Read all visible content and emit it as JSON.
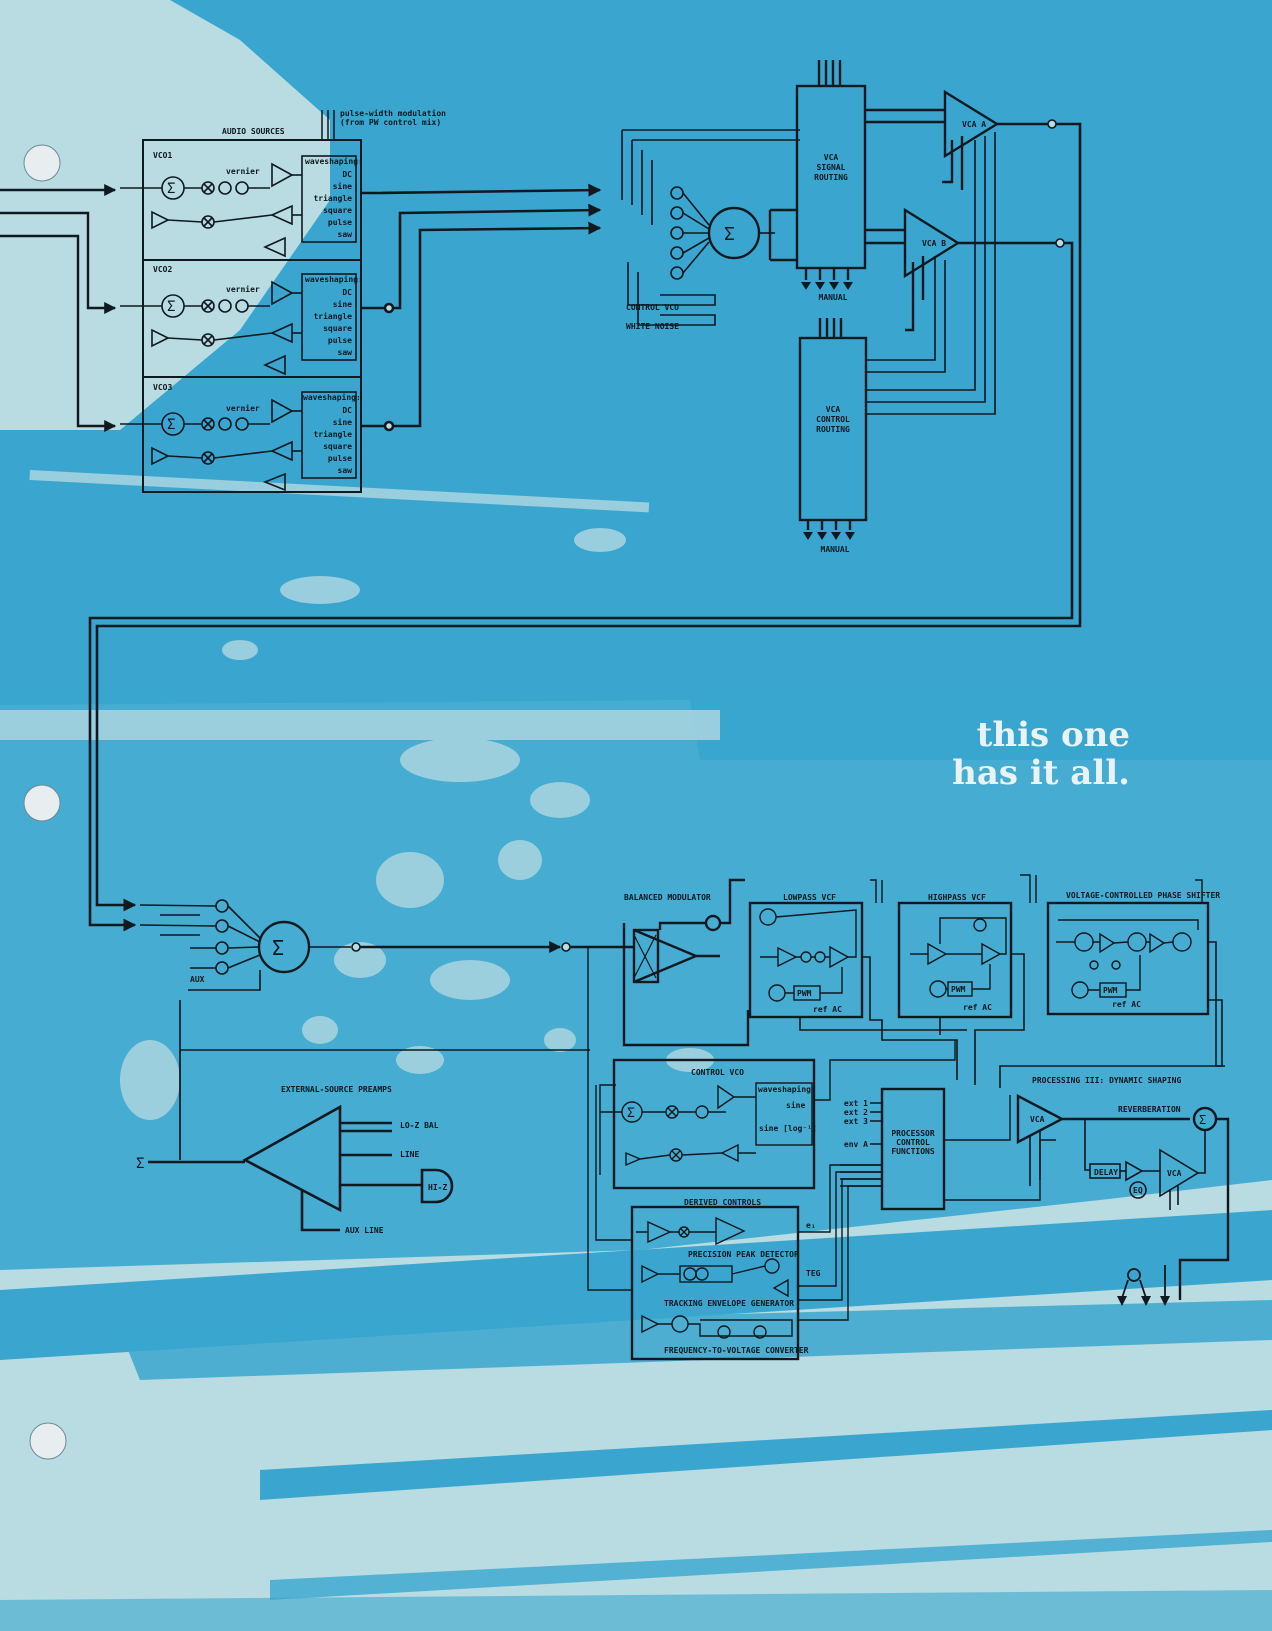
{
  "colors": {
    "background": "#b9dbe2",
    "blue": "#3aa6cf",
    "ink": "#101820",
    "tagline": "#e9f2f4",
    "hole": "#e8eef0"
  },
  "tagline": {
    "line1": "this one",
    "line2": "has it all."
  },
  "audio_sources": {
    "title": "AUDIO SOURCES",
    "pwm_note_1": "pulse-width modulation",
    "pwm_note_2": "(from PW control mix)",
    "vcos": [
      {
        "name": "VCO1",
        "vernier": "vernier",
        "waveshaping": "waveshaping:",
        "waves": [
          "DC",
          "sine",
          "triangle",
          "square",
          "pulse",
          "saw"
        ]
      },
      {
        "name": "VCO2",
        "vernier": "vernier",
        "waveshaping": "waveshaping:",
        "waves": [
          "DC",
          "sine",
          "triangle",
          "square",
          "pulse",
          "saw"
        ]
      },
      {
        "name": "VCO3",
        "vernier": "vernier",
        "waveshaping": "waveshaping:",
        "waves": [
          "DC",
          "sine",
          "triangle",
          "square",
          "pulse",
          "saw"
        ]
      }
    ]
  },
  "mixer_top": {
    "control_vco": "CONTROL VCO",
    "white_noise": "WHITE NOISE"
  },
  "vca_signal_routing": {
    "line1": "VCA",
    "line2": "SIGNAL",
    "line3": "ROUTING",
    "manual": "MANUAL"
  },
  "vca_control_routing": {
    "line1": "VCA",
    "line2": "CONTROL",
    "line3": "ROUTING",
    "manual": "MANUAL"
  },
  "vca_a": "VCA A",
  "vca_b": "VCA B",
  "mixer_bottom": {
    "aux": "AUX"
  },
  "preamps": {
    "title": "EXTERNAL-SOURCE PREAMPS",
    "lo_z": "LO-Z BAL",
    "line": "LINE",
    "hi_z": "HI-Z",
    "aux_line": "AUX LINE",
    "sigma": "Σ"
  },
  "balanced_modulator": "BALANCED MODULATOR",
  "lowpass_vcf": {
    "title": "LOWPASS VCF",
    "pwm": "PWM",
    "ref_ac": "ref AC"
  },
  "highpass_vcf": {
    "title": "HIGHPASS VCF",
    "pwm": "PWM",
    "ref_ac": "ref AC"
  },
  "phase_shifter": {
    "title": "VOLTAGE-CONTROLLED PHASE SHIFTER",
    "pwm": "PWM",
    "ref_ac": "ref AC"
  },
  "control_vco": {
    "title": "CONTROL VCO",
    "waveshaping": "waveshaping:",
    "sine": "sine",
    "sine_log": "sine [log⁻¹]"
  },
  "processor_control": {
    "line1": "PROCESSOR",
    "line2": "CONTROL",
    "line3": "FUNCTIONS",
    "inputs": [
      "ext 1",
      "ext 2",
      "ext 3",
      "env A"
    ]
  },
  "dynamic_shaping": {
    "title": "PROCESSING III: DYNAMIC SHAPING",
    "vca": "VCA",
    "reverberation": "REVERBERATION",
    "delay": "DELAY",
    "eq": "EQ",
    "vca2": "VCA"
  },
  "derived_controls": {
    "title": "DERIVED CONTROLS",
    "peak_detector": "PRECISION PEAK DETECTOR",
    "envelope": "TRACKING ENVELOPE GENERATOR",
    "f_to_v": "FREQUENCY-TO-VOLTAGE CONVERTER",
    "teg": "TEG",
    "e1": "e₁"
  }
}
